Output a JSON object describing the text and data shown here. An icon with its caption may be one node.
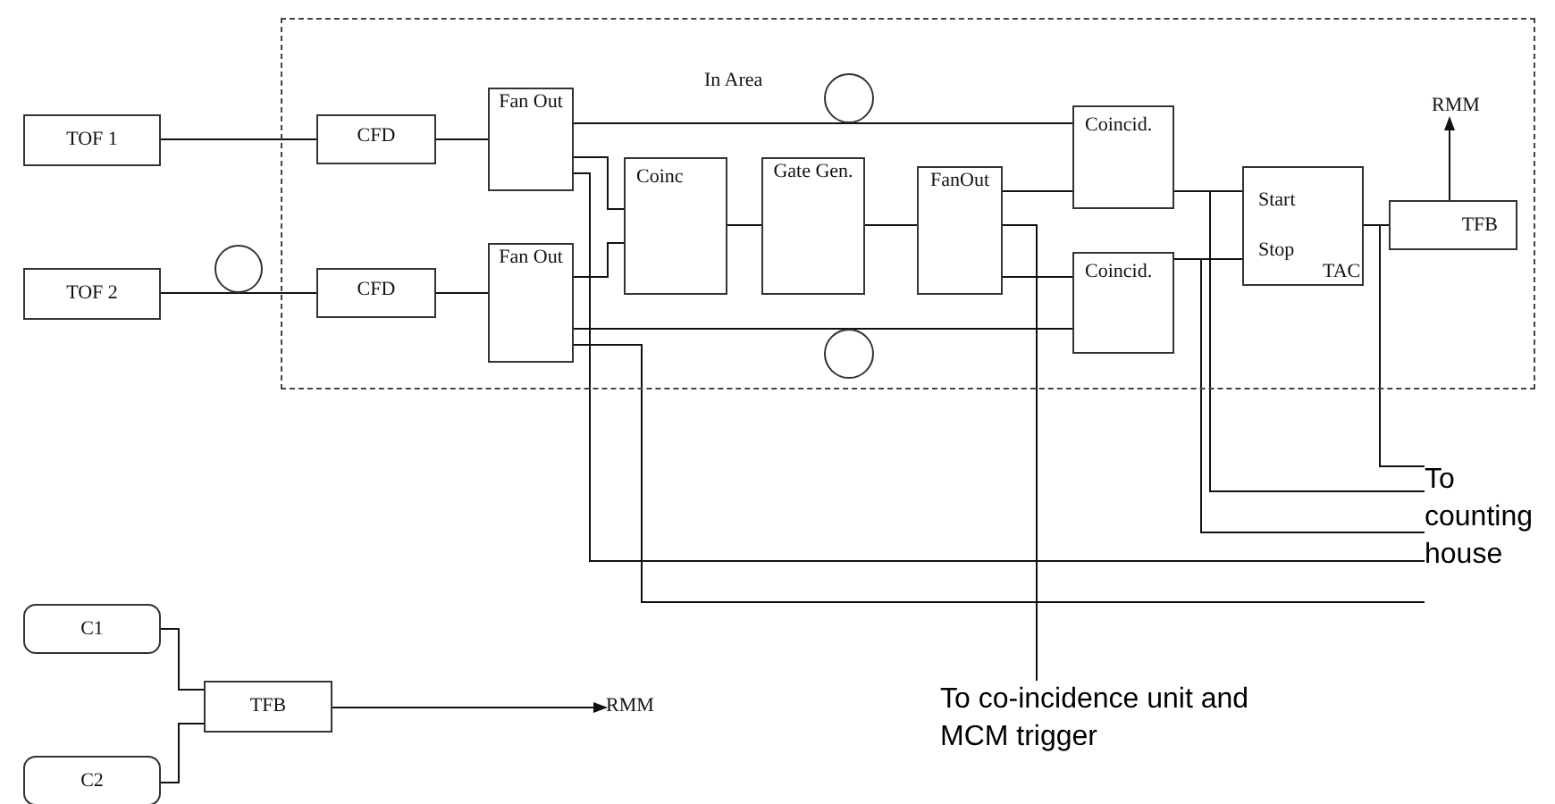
{
  "diagram": {
    "nodes": [
      {
        "text": [
          "In Area"
        ]
      },
      {
        "text": [
          "TOF 1"
        ]
      },
      {
        "text": [
          "TOF 2"
        ]
      },
      {
        "text": [],
        "shape": "circle"
      },
      {
        "text": [
          "CFD"
        ],
        "in": 0
      },
      {
        "text": [
          "CFD"
        ],
        "in": 0
      },
      {
        "text": [
          "Fan Out"
        ],
        "in": 0
      },
      {
        "text": [
          "Fan Out"
        ],
        "in": 0
      },
      {
        "text": [
          "Coinc"
        ],
        "in": 0
      },
      {
        "text": [
          "Gate Gen."
        ],
        "in": 0
      },
      {
        "text": [
          "FanOut"
        ],
        "in": 0
      },
      {
        "text": [
          "Coincid."
        ],
        "in": 0
      },
      {
        "text": [
          "Coincid."
        ],
        "in": 0
      },
      {
        "text": [
          "Start",
          "Stop",
          "TAC"
        ],
        "in": 0
      },
      {
        "text": [
          "TFB"
        ],
        "in": 0
      },
      {
        "text": [],
        "shape": "circle",
        "in": 0
      },
      {
        "text": [],
        "shape": "circle",
        "in": 0
      },
      {
        "text": [
          "RMM"
        ],
        "in": 0
      },
      {
        "text": [
          "To counting house"
        ]
      },
      {
        "text": [
          "To co-incidence unit and MCM trigger"
        ]
      },
      {
        "text": [
          "C1"
        ]
      },
      {
        "text": [
          "C2"
        ]
      },
      {
        "text": [
          "TFB"
        ]
      },
      {
        "text": [
          "RMM"
        ]
      }
    ],
    "edges": [
      {
        "from": 1,
        "to": 4,
        "arrow": "none"
      },
      {
        "from": 2,
        "to": 3,
        "arrow": "none"
      },
      {
        "from": 3,
        "to": 5,
        "arrow": "none"
      },
      {
        "from": 4,
        "to": 6,
        "arrow": "none"
      },
      {
        "from": 5,
        "to": 7,
        "arrow": "none"
      },
      {
        "from": 6,
        "to": 15,
        "arrow": "none"
      },
      {
        "from": 15,
        "to": 11,
        "arrow": "none"
      },
      {
        "from": 6,
        "to": 8,
        "arrow": "none"
      },
      {
        "from": 7,
        "to": 8,
        "arrow": "none"
      },
      {
        "from": 8,
        "to": 9,
        "arrow": "none"
      },
      {
        "from": 9,
        "to": 10,
        "arrow": "none"
      },
      {
        "from": 10,
        "to": 11,
        "arrow": "none"
      },
      {
        "from": 10,
        "to": 12,
        "arrow": "none"
      },
      {
        "from": 11,
        "to": 13,
        "arrow": "none"
      },
      {
        "from": 12,
        "to": 13,
        "arrow": "none"
      },
      {
        "from": 13,
        "to": 14,
        "arrow": "none"
      },
      {
        "from": 14,
        "to": 17,
        "arrow": "to"
      },
      {
        "from": 7,
        "to": 16,
        "arrow": "none"
      },
      {
        "from": 16,
        "to": 12,
        "arrow": "none"
      },
      {
        "from": 10,
        "to": 19,
        "arrow": "none"
      },
      {
        "from": 6,
        "to": 18,
        "arrow": "none"
      },
      {
        "from": 7,
        "to": 18,
        "arrow": "none"
      },
      {
        "from": 11,
        "to": 18,
        "arrow": "none"
      },
      {
        "from": 12,
        "to": 18,
        "arrow": "none"
      },
      {
        "from": 13,
        "to": 18,
        "arrow": "none"
      },
      {
        "from": 20,
        "to": 22,
        "arrow": "none"
      },
      {
        "from": 21,
        "to": 22,
        "arrow": "none"
      },
      {
        "from": 22,
        "to": 23,
        "arrow": "to"
      }
    ]
  }
}
